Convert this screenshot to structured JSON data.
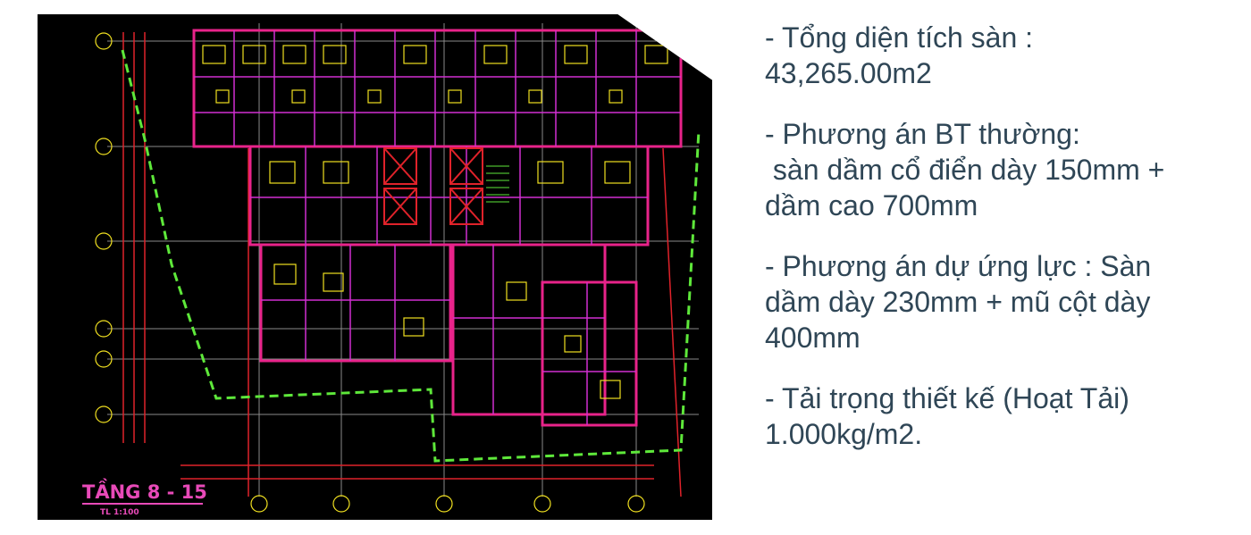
{
  "drawing": {
    "floor_label": "TẦNG 8 - 15",
    "scale_label": "TL 1:100"
  },
  "specs": [
    {
      "lines": [
        "- Tổng diện tích sàn :",
        "43,265.00m2"
      ]
    },
    {
      "lines": [
        "- Phương án BT thường:",
        " sàn dầm cổ điển dày 150mm +",
        "dầm cao 700mm"
      ]
    },
    {
      "lines": [
        "- Phương án dự ứng lực : Sàn",
        "dầm dày 230mm + mũ cột dày",
        "400mm"
      ]
    },
    {
      "lines": [
        "- Tải trọng thiết kế (Hoạt Tải)",
        "1.000kg/m2."
      ]
    }
  ],
  "colors": {
    "text": "#2f4656",
    "cad_background": "#000000",
    "wall_magenta": "#e8238a",
    "dim_red": "#e0222a",
    "boundary_green": "#5ee83a",
    "furniture_yellow": "#f0e020",
    "label_magenta": "#e84ab8"
  }
}
